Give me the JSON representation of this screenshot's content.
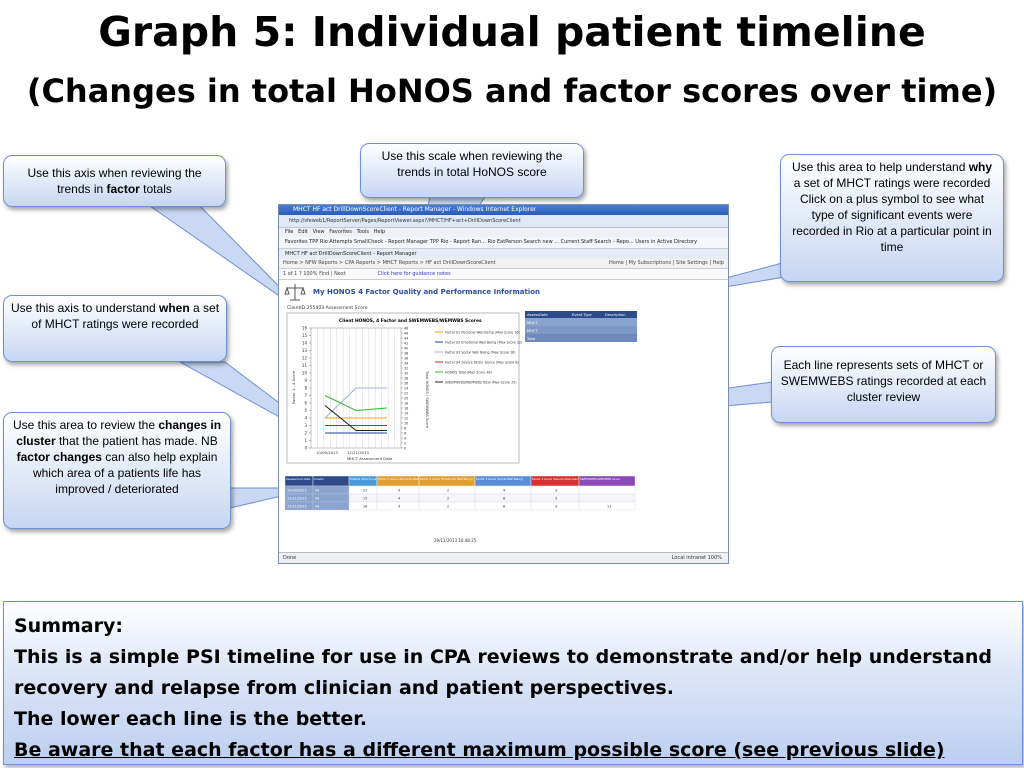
{
  "slide": {
    "title": "Graph 5: Individual patient timeline",
    "subtitle": "(Changes in total HoNOS and factor scores over time)"
  },
  "callouts": {
    "factor_axis": {
      "pre": "Use this axis when reviewing the trends in ",
      "bold": "factor",
      "post": " totals"
    },
    "honos_scale": {
      "text": "Use this scale when reviewing the trends in total HoNOS score"
    },
    "why_area": {
      "pre": "Use this area to help understand ",
      "bold": "why",
      "post": " a set of MHCT ratings were recorded",
      "line2": "Click on a plus symbol to  see what type of significant events were recorded in Rio at a particular point in time"
    },
    "when_axis": {
      "pre": "Use this axis to understand ",
      "bold": "when",
      "post": " a set of MHCT ratings were recorded"
    },
    "each_line": {
      "text": "Each line represents sets of MHCT or SWEMWEBS ratings recorded at each cluster review"
    },
    "changes_area": {
      "pre": "Use this area to review the ",
      "bold1": "changes in cluster",
      "mid1": " that the patient has made.  NB ",
      "bold2": "factor changes",
      "post": " can also help explain which area of a patients life has improved / deteriorated"
    }
  },
  "screenshot": {
    "window_title": "MHCT HF act DrillDownScoreClient - Report Manager - Windows Internet Explorer",
    "address": "http://sfeweb1/ReportServer/Pages/ReportViewer.aspx?/MHCT/HF+act+DrillDownScoreClient",
    "menu": [
      "File",
      "Edit",
      "View",
      "Favorites",
      "Tools",
      "Help"
    ],
    "favorites": "Favorites   TPP Rio Attempts   SmallCheck - Report Manager   TPP Rio - Report Ran...   Rio EatPerson Search new ...   Current Staff Search - Repo...   Users in Active Directory",
    "tab": "MHCT HF act DrillDownScoreClient - Report Manager",
    "rs_nav": "Home > NFW Reports > CPA Reports > MHCT Reports > HF act DrillDownScoreClient",
    "rs_links": "Home | My Subscriptions | Site Settings | Help",
    "rs_toolbar": "1  of 1 ?    100%        Find | Next",
    "guidance": "Click here for guidance notes",
    "report_title": "My HONOS 4 Factor Quality and Performance Information",
    "client_line": "ClientID  255403 Assessment Score",
    "status_left": "Done",
    "status_right": "Local intranet     100%",
    "report_date": "29/11/2013 16:48:25"
  },
  "chart_data": {
    "type": "line",
    "title": "Client HONOS, 4 Factor and SWEMWEBS/WEMWBS Scores",
    "xlabel": "MHCT Assessment Date",
    "ylabel_left": "Factor 1 - 4 Score",
    "ylabel_right": "Total HONOS / SWEMWBS Score",
    "x": [
      "10/09/2013",
      "12/11/2013"
    ],
    "x_labeled_ticks": [
      "10/09/2013",
      "12/11/2013"
    ],
    "left_axis_ticks": [
      "16",
      "15",
      "14",
      "13",
      "12",
      "11",
      "10",
      "9",
      "8",
      "7",
      "6",
      "5",
      "4",
      "3",
      "2",
      "1",
      "0"
    ],
    "right_axis_ticks": [
      "48",
      "46",
      "44",
      "42",
      "40",
      "38",
      "36",
      "34",
      "32",
      "30",
      "28",
      "26",
      "24",
      "22",
      "20",
      "18",
      "16",
      "14",
      "12",
      "10",
      "8",
      "6",
      "4",
      "2",
      "0"
    ],
    "ylim_left": [
      0,
      16
    ],
    "ylim_right": [
      0,
      48
    ],
    "series": [
      {
        "name": "Factor 01 Personal Well Being (Max Score 16)",
        "color": "#f0a000",
        "axis": "left",
        "values": [
          4,
          4,
          4
        ]
      },
      {
        "name": "Factor 02 Emotional Well Being (Max Score 12)",
        "color": "#1f3f8f",
        "axis": "left",
        "values": [
          2,
          2,
          2
        ]
      },
      {
        "name": "Factor 03 Social Well Being (Max Score 16)",
        "color": "#9fb4d8",
        "axis": "left",
        "values": [
          4,
          8,
          8
        ]
      },
      {
        "name": "Factor 04 Severe Distur bance (Max Score 8)",
        "color": "#d02020",
        "axis": "left",
        "values": [
          3,
          3,
          3
        ]
      },
      {
        "name": "HONOS Total (Max Score 48)",
        "color": "#2fc030",
        "axis": "right",
        "values": [
          21,
          15,
          16
        ]
      },
      {
        "name": "SWEMWEBS/WEMWBS Total (Max Score 35)",
        "color": "#202020",
        "axis": "right",
        "values": [
          17,
          7,
          7
        ]
      }
    ]
  },
  "events_table": {
    "headers": [
      "AssessDate",
      "Event Type",
      "Description"
    ],
    "rows": [
      "MHCT",
      "MHCT",
      "Total"
    ]
  },
  "cluster_table": {
    "headers": [
      "Assessment Date",
      "Cluster",
      "HONOS Total Score",
      "Factor 1 Score (Personal Well Being)",
      "Factor 2 Score (Emotional Well Being)",
      "Factor 3 Score (Social Well Being)",
      "Factor 4 Score (Severe Disturbance)",
      "SWEMWEBS/WEMWBS Score"
    ],
    "rows": [
      [
        "10/09/2013",
        "04",
        "21",
        "4",
        "2",
        "4",
        "3",
        ""
      ],
      [
        "12/11/2013",
        "04",
        "15",
        "4",
        "2",
        "8",
        "3",
        ""
      ],
      [
        "12/11/2013",
        "04",
        "16",
        "4",
        "2",
        "8",
        "3",
        "11"
      ]
    ]
  },
  "summary": {
    "heading": "Summary:",
    "line1": "This is a simple PSI timeline for use in CPA reviews to demonstrate and/or help understand",
    "line2": "recovery and relapse from clinician and patient perspectives.",
    "line3": "The lower each line is the better.",
    "line4": "Be aware that each factor has a different maximum possible score (see previous slide)"
  }
}
